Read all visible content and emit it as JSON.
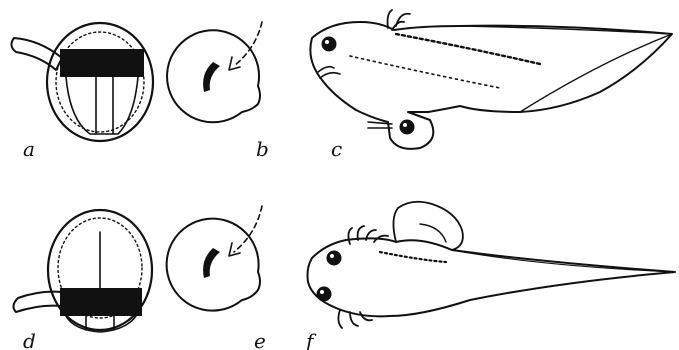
{
  "figure": {
    "labels": {
      "a": "a",
      "b": "b",
      "c": "c",
      "d": "d",
      "e": "e",
      "f": "f"
    }
  }
}
